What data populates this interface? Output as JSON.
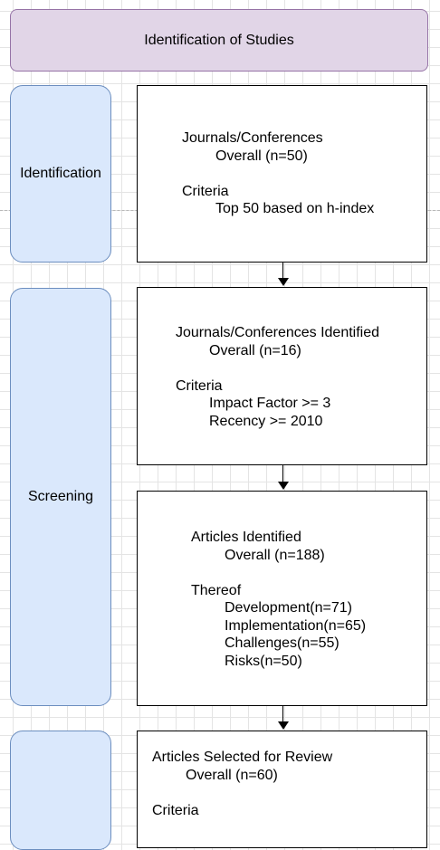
{
  "header": {
    "title": "Identification of Studies"
  },
  "lanes": {
    "identification": "Identification",
    "screening": "Screening"
  },
  "boxes": {
    "journals": {
      "heading": "Journals/Conferences",
      "overall": "Overall (n=50)",
      "criteria_label": "Criteria",
      "criteria": [
        "Top 50 based on h-index"
      ]
    },
    "journals_identified": {
      "heading": "Journals/Conferences Identified",
      "overall": "Overall (n=16)",
      "criteria_label": "Criteria",
      "criteria": [
        "Impact Factor >= 3",
        "Recency >= 2010"
      ]
    },
    "articles_identified": {
      "heading": "Articles Identified",
      "overall": "Overall (n=188)",
      "thereof_label": "Thereof",
      "thereof": [
        "Development(n=71)",
        "Implementation(n=65)",
        "Challenges(n=55)",
        "Risks(n=50)"
      ]
    },
    "articles_selected": {
      "heading": "Articles Selected for Review",
      "overall": "Overall (n=60)",
      "criteria_label": "Criteria"
    }
  },
  "colors": {
    "header_fill": "#e1d5e7",
    "header_stroke": "#9673a6",
    "lane_fill": "#dae8fc",
    "lane_stroke": "#6c8ebf"
  }
}
